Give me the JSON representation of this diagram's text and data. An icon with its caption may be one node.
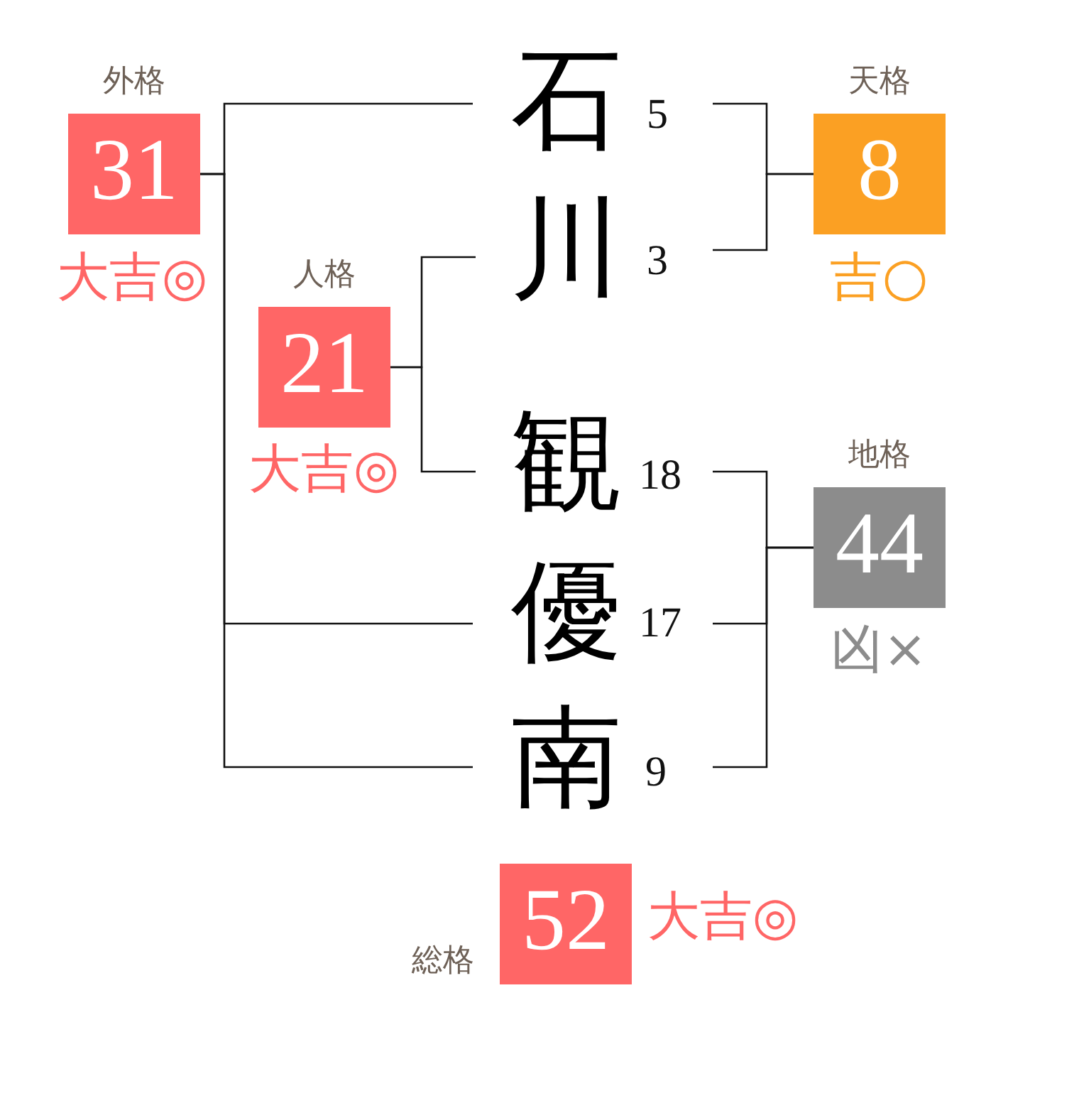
{
  "diagram": {
    "nodes": [
      {
        "text": [
          "外格",
          "31"
        ],
        "beside": [
          "大吉◎"
        ]
      },
      {
        "text": [
          "石"
        ],
        "beside": [
          "5"
        ]
      },
      {
        "text": [
          "天格",
          "8"
        ],
        "beside": [
          "吉○"
        ]
      },
      {
        "text": [
          "川"
        ],
        "beside": [
          "3"
        ]
      },
      {
        "text": [
          "人格",
          "21"
        ],
        "beside": [
          "大吉◎"
        ]
      },
      {
        "text": [
          "観"
        ],
        "beside": [
          "18"
        ]
      },
      {
        "text": [
          "地格",
          "44"
        ],
        "beside": [
          "凶×"
        ]
      },
      {
        "text": [
          "優"
        ],
        "beside": [
          "17"
        ]
      },
      {
        "text": [
          "南"
        ],
        "beside": [
          "9"
        ]
      },
      {
        "text": [
          "総格",
          "52"
        ],
        "beside": [
          "大吉◎"
        ]
      }
    ],
    "edges": [
      {
        "from": 0,
        "to": 1,
        "arrow": "none"
      },
      {
        "from": 0,
        "to": 7,
        "arrow": "none"
      },
      {
        "from": 0,
        "to": 8,
        "arrow": "none"
      },
      {
        "from": 2,
        "to": 1,
        "arrow": "none"
      },
      {
        "from": 2,
        "to": 3,
        "arrow": "none"
      },
      {
        "from": 4,
        "to": 3,
        "arrow": "none"
      },
      {
        "from": 4,
        "to": 5,
        "arrow": "none"
      },
      {
        "from": 6,
        "to": 5,
        "arrow": "none"
      },
      {
        "from": 6,
        "to": 7,
        "arrow": "none"
      },
      {
        "from": 6,
        "to": 8,
        "arrow": "none"
      }
    ]
  }
}
